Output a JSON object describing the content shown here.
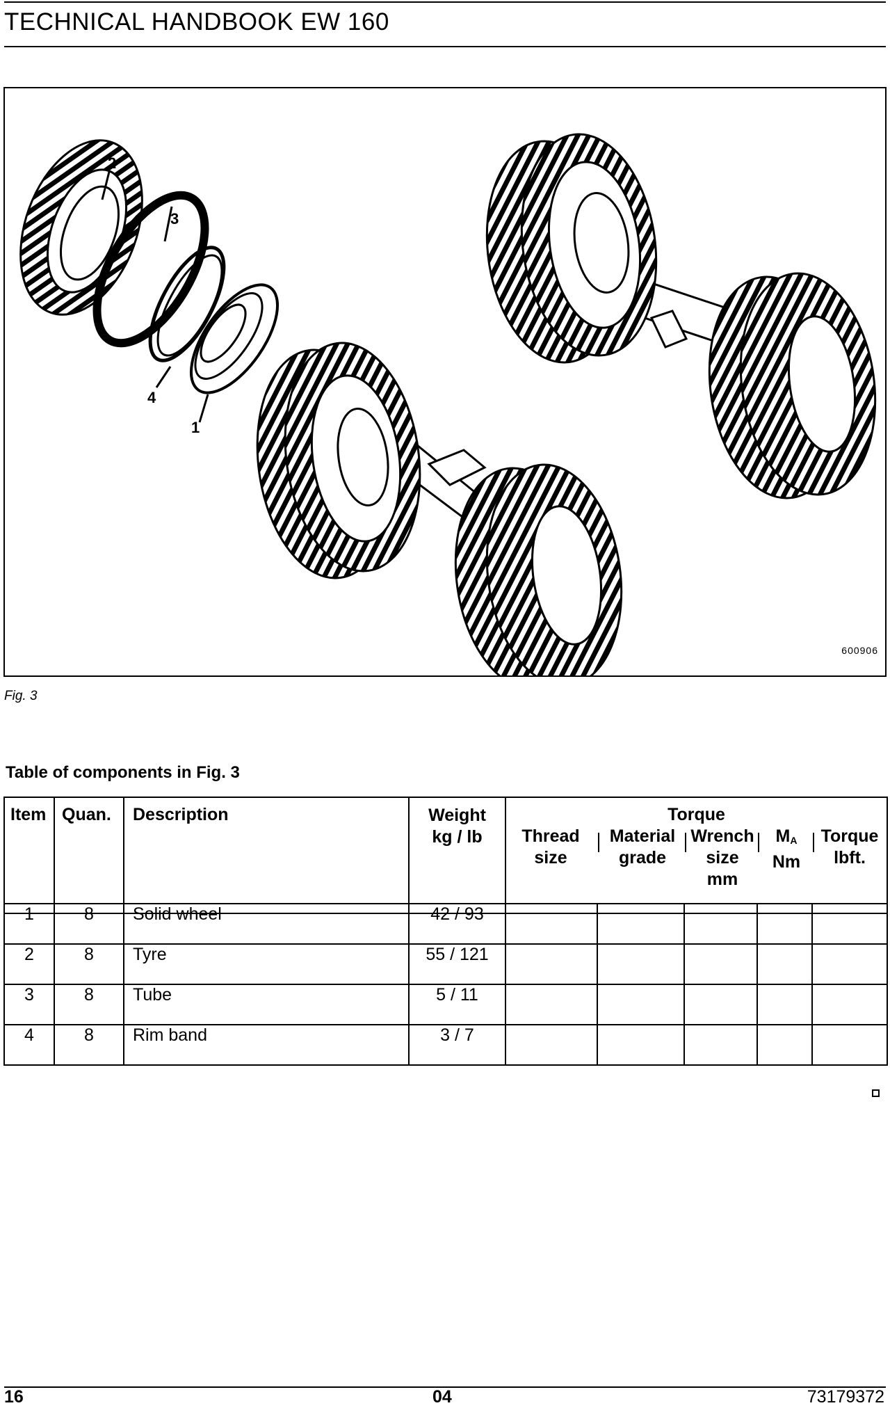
{
  "header": {
    "title": "TECHNICAL HANDBOOK EW 160"
  },
  "figure": {
    "code": "600906",
    "callouts": [
      "2",
      "3",
      "4",
      "1"
    ],
    "caption": "Fig. 3"
  },
  "table": {
    "title": "Table of components in Fig. 3",
    "headers": {
      "item": "Item",
      "quan": "Quan.",
      "description": "Description",
      "weight_line1": "Weight",
      "weight_line2": "kg / lb",
      "torque": "Torque",
      "thread_1": "Thread",
      "thread_2": "size",
      "material_1": "Material",
      "material_2": "grade",
      "wrench_1": "Wrench",
      "wrench_2": "size",
      "wrench_3": "mm",
      "ma_main": "M",
      "ma_sub": "A",
      "ma_unit": "Nm",
      "torque_lbft_1": "Torque",
      "torque_lbft_2": "lbft."
    },
    "rows": [
      {
        "item": "1",
        "quan": "8",
        "description": "Solid wheel",
        "weight": "42 / 93"
      },
      {
        "item": "2",
        "quan": "8",
        "description": "Tyre",
        "weight": "55 / 121"
      },
      {
        "item": "3",
        "quan": "8",
        "description": "Tube",
        "weight": "5 / 11"
      },
      {
        "item": "4",
        "quan": "8",
        "description": "Rim band",
        "weight": "3 / 7"
      }
    ]
  },
  "footer": {
    "page": "16",
    "section": "04",
    "doc_number": "73179372"
  }
}
